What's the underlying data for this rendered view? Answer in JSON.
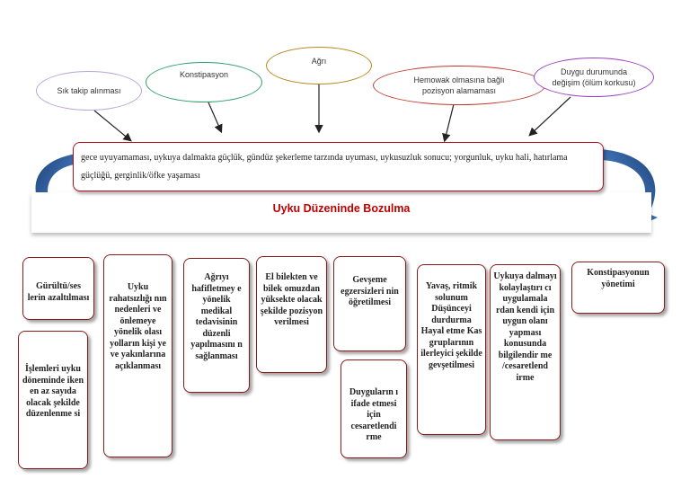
{
  "ovals": {
    "sik_takip": "Sık takip alınması",
    "konstipasyon": "Konstipasyon",
    "agri": "Ağrı",
    "hemowak": "Hemowak olmasına bağlı pozisyon alamaması",
    "duygu": "Duygu durumunda değişim (ölüm korkusu)"
  },
  "oval_colors": {
    "sik_takip": "#b9a6d6",
    "konstipasyon": "#2f9e6a",
    "agri": "#b48a1f",
    "hemowak": "#c0392b",
    "duygu": "#9b3fc1"
  },
  "description": "gece uyuyamaması, uykuya dalmakta güçlük, gündüz şekerleme tarzında uyuması, uykusuzluk sonucu; yorgunluk, uyku hali, hatırlama güçlüğü, gerginlik/öfke yaşaması",
  "title": "Uyku Düzeninde Bozulma",
  "interventions": {
    "gurultu": "Gürültü/ses lerin azaltılması",
    "islemleri": "İşlemleri uyku döneminde iken en az sayıda olacak şekilde düzenlenme si",
    "uyku_rahatsizligi": "Uyku rahatsızlığı nın nedenleri ve önlemeye yönelik olası yolların kişi ye ve yakınlarına açıklanması",
    "agriyi": "Ağrıyı hafifletmey e yönelik medikal tedavisinin düzenli yapılmasını n sağlanması",
    "el_bilekten": "El bilekten ve bilek omuzdan yüksekte olacak şekilde pozisyon verilmesi",
    "gevseme": "Gevşeme egzersizleri nin öğretilmesi",
    "duygularin": "Duyguların ı ifade etmesi için cesaretlendi rme",
    "yavas": "Yavaş, ritmik solunum Düşünceyi durdurma Hayal etme Kas gruplarının ilerleyici şekilde gevşetilmesi",
    "uykuya_dalmayi": "Uykuya dalmayı kolaylaştırı cı uygulamala rdan kendi için uygun olanı yapması konusunda bilgilendir me /cesaretlend irme",
    "konstipasyonun": "Konstipasyonun yönetimi"
  },
  "colors": {
    "box_border": "#8b1a1a",
    "title": "#c00000",
    "arrow_fill": "#3c6fb2",
    "arrow_dark": "#1f3f73"
  }
}
